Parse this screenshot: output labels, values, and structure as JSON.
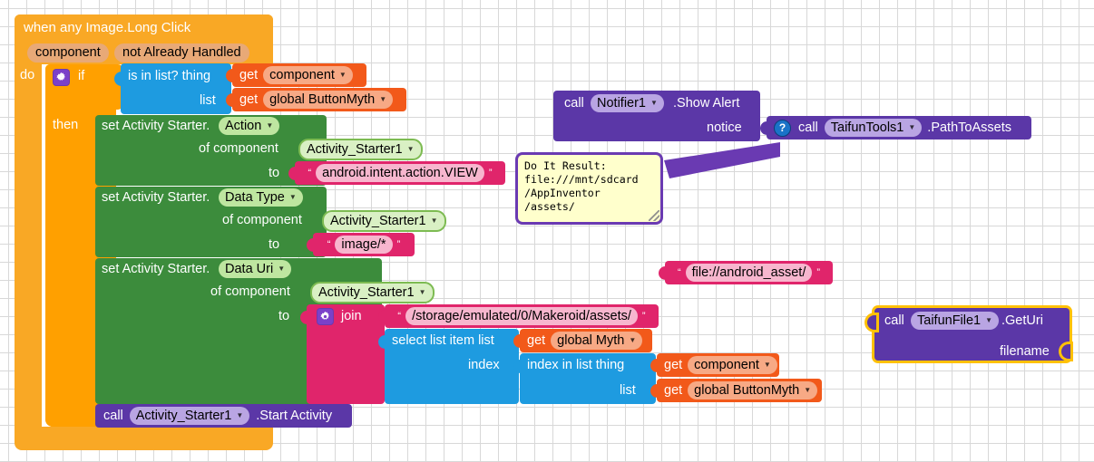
{
  "editor": {
    "name": "MIT App Inventor Blocks Editor",
    "canvas_background": "#ffffff",
    "grid_dot_color": "#d8d8d8"
  },
  "colors": {
    "event_orange": "#F9A825",
    "control_orange": "#FFA000",
    "logic_list_blue": "#1E9BE0",
    "variable_orange_red": "#F2591A",
    "setter_green": "#3C8C3C",
    "component_green_field": "#BEE6A0",
    "text_magenta": "#E0256B",
    "text_field_pink": "#F7B6CE",
    "procedure_purple": "#5B37A7",
    "purple_field": "#B9A5E3",
    "mutator_purple": "#7B41C9",
    "selected_highlight": "#FFC107",
    "bubble_background": "#FFFFCC",
    "bubble_border": "#6A3AB2"
  },
  "event_block": {
    "title": "when any Image.Long Click",
    "params": [
      "component",
      "not Already Handled"
    ],
    "do_label": "do"
  },
  "if_block": {
    "gear_icon": "mutator-gear-icon",
    "if_label": "if",
    "then_label": "then"
  },
  "is_in_list_block": {
    "thing_label": "is in list? thing",
    "list_label": "list",
    "thing_value": {
      "get_label": "get",
      "variable": "component"
    },
    "list_value": {
      "get_label": "get",
      "variable": "global ButtonMyth"
    }
  },
  "setters": [
    {
      "set_label": "set Activity Starter.",
      "property": "Action",
      "of_component_label": "of component",
      "component": "Activity_Starter1",
      "to_label": "to",
      "value_type": "text",
      "value": "android.intent.action.VIEW"
    },
    {
      "set_label": "set Activity Starter.",
      "property": "Data Type",
      "of_component_label": "of component",
      "component": "Activity_Starter1",
      "to_label": "to",
      "value_type": "text",
      "value": "image/*"
    },
    {
      "set_label": "set Activity Starter.",
      "property": "Data Uri",
      "of_component_label": "of component",
      "component": "Activity_Starter1",
      "to_label": "to",
      "value_type": "join"
    }
  ],
  "join_block": {
    "gear_icon": "mutator-gear-icon",
    "label": "join",
    "first_arg_text": "/storage/emulated/0/Makeroid/assets/",
    "select_list_item": {
      "list_label": "select list item  list",
      "index_label": "index",
      "list_value": {
        "get_label": "get",
        "variable": "global Myth"
      },
      "index_in_list": {
        "thing_label": "index in list  thing",
        "list_label": "list",
        "thing_value": {
          "get_label": "get",
          "variable": "component"
        },
        "list_value": {
          "get_label": "get",
          "variable": "global ButtonMyth"
        }
      }
    }
  },
  "start_activity_call": {
    "call_label": "call",
    "component": "Activity_Starter1",
    "method": ".Start Activity"
  },
  "notifier_block": {
    "call_label": "call",
    "component": "Notifier1",
    "method": ".Show Alert",
    "notice_label": "notice"
  },
  "taifun_tools_block": {
    "help_icon": "help-question-icon",
    "call_label": "call",
    "component": "TaifunTools1",
    "method": ".PathToAssets"
  },
  "do_it_bubble": {
    "text": "Do It Result:\nfile:///mnt/sdcard\n/AppInventor\n/assets/",
    "resize_handle": "resize-handle-icon"
  },
  "android_asset_text_block": {
    "value": "file://android_asset/"
  },
  "taifun_file_block": {
    "call_label": "call",
    "component": "TaifunFile1",
    "method": ".GetUri",
    "filename_label": "filename",
    "selected": true
  }
}
